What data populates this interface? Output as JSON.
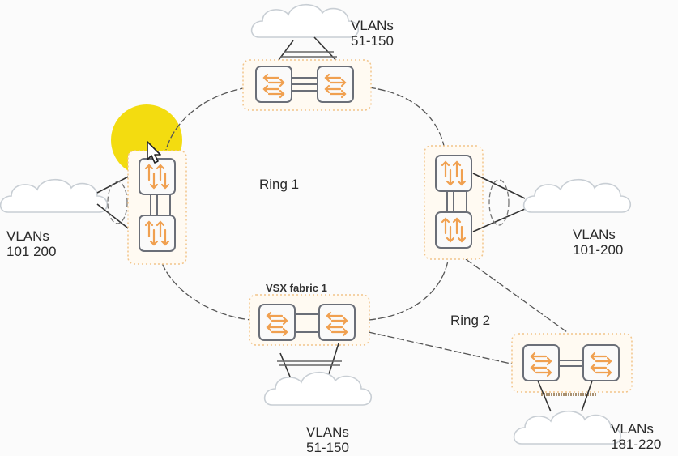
{
  "diagram": {
    "rings": [
      {
        "id": "ring1",
        "label": "Ring 1"
      },
      {
        "id": "ring2",
        "label": "Ring 2"
      }
    ],
    "vsx_label": "VSX fabric 1",
    "clusters": [
      {
        "id": "top",
        "vlans_title": "VLANs",
        "vlans_range": "51-150",
        "switch_icon": "switch-icon"
      },
      {
        "id": "left",
        "vlans_title": "VLANs",
        "vlans_range": "101 200",
        "switch_icon": "switch-icon"
      },
      {
        "id": "right",
        "vlans_title": "VLANs",
        "vlans_range": "101-200",
        "switch_icon": "switch-icon"
      },
      {
        "id": "bottom",
        "vlans_title": "VLANs",
        "vlans_range": "51-150",
        "switch_icon": "switch-icon"
      },
      {
        "id": "far-right",
        "vlans_title": "VLANs",
        "vlans_range": "181-220",
        "switch_icon": "switch-icon"
      }
    ],
    "colors": {
      "accent_orange": "#f0a050",
      "outline_orange": "#f2c48a",
      "switch_border": "#6b6f78",
      "link": "#555555",
      "cloud": "#c8ced4",
      "highlight": "#f3dc10"
    },
    "cursor": {
      "icon": "mouse-pointer-icon"
    }
  }
}
